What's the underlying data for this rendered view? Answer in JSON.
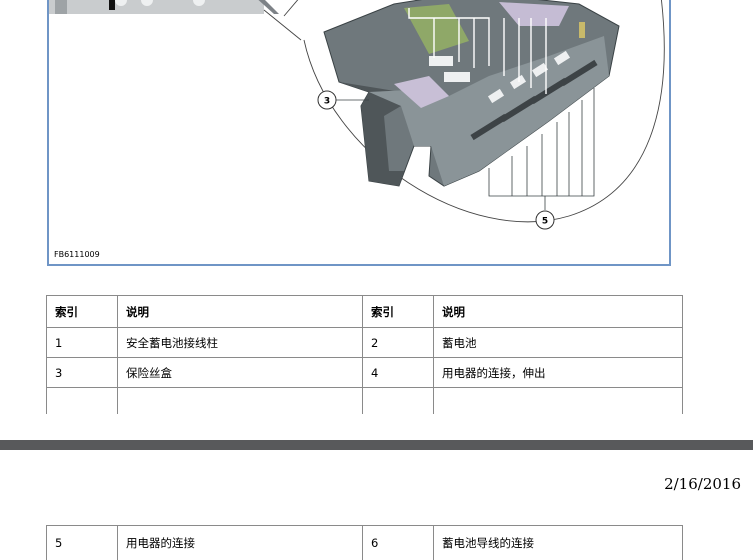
{
  "figure": {
    "code": "FB6111009",
    "callouts": [
      "3",
      "5"
    ]
  },
  "legend_top": {
    "header": [
      "索引",
      "说明",
      "索引",
      "说明"
    ],
    "rows": [
      [
        "1",
        "安全蓄电池接线柱",
        "2",
        "蓄电池"
      ],
      [
        "3",
        "保险丝盒",
        "4",
        "用电器的连接，伸出"
      ],
      [
        "",
        "",
        "",
        ""
      ]
    ]
  },
  "page": {
    "date": "2/16/2016"
  },
  "legend_bottom": {
    "rows": [
      [
        "5",
        "用电器的连接",
        "6",
        "蓄电池导线的连接"
      ]
    ]
  },
  "colors": {
    "frame": "#6f95c6",
    "page_bar": "#58595b",
    "table_border": "#8a8a8a"
  }
}
